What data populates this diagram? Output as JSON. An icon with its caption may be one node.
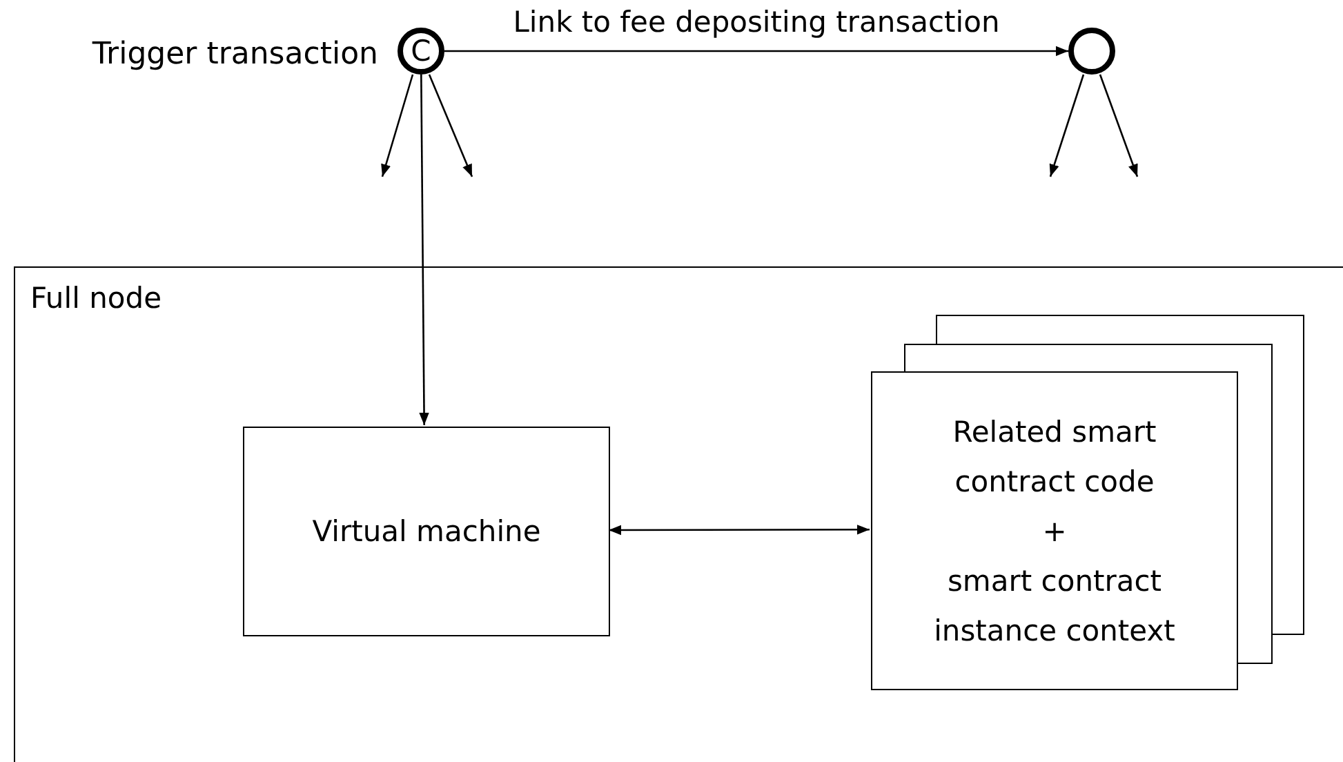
{
  "diagram": {
    "nodes": [
      {
        "text": [
          "C"
        ],
        "beside": [
          "Trigger transaction"
        ]
      },
      {
        "text": [],
        "shape": "circle"
      },
      {
        "text": [
          "Full node"
        ]
      },
      {
        "text": [
          "Virtual machine"
        ],
        "in": 2
      },
      {
        "text": [
          "Related smart contract code",
          "+",
          "smart contract instance context"
        ],
        "in": 2
      }
    ],
    "edges": [
      {
        "from": 0,
        "to": 1,
        "arrow": "to",
        "label": "Link to fee depositing transaction"
      },
      {
        "from": 0,
        "to": null,
        "arrow": "to"
      },
      {
        "from": 0,
        "to": null,
        "arrow": "to"
      },
      {
        "from": 1,
        "to": null,
        "arrow": "to"
      },
      {
        "from": 1,
        "to": null,
        "arrow": "to"
      },
      {
        "from": 0,
        "to": 3,
        "arrow": "to"
      },
      {
        "from": 3,
        "to": 4,
        "arrow": "both"
      }
    ]
  }
}
